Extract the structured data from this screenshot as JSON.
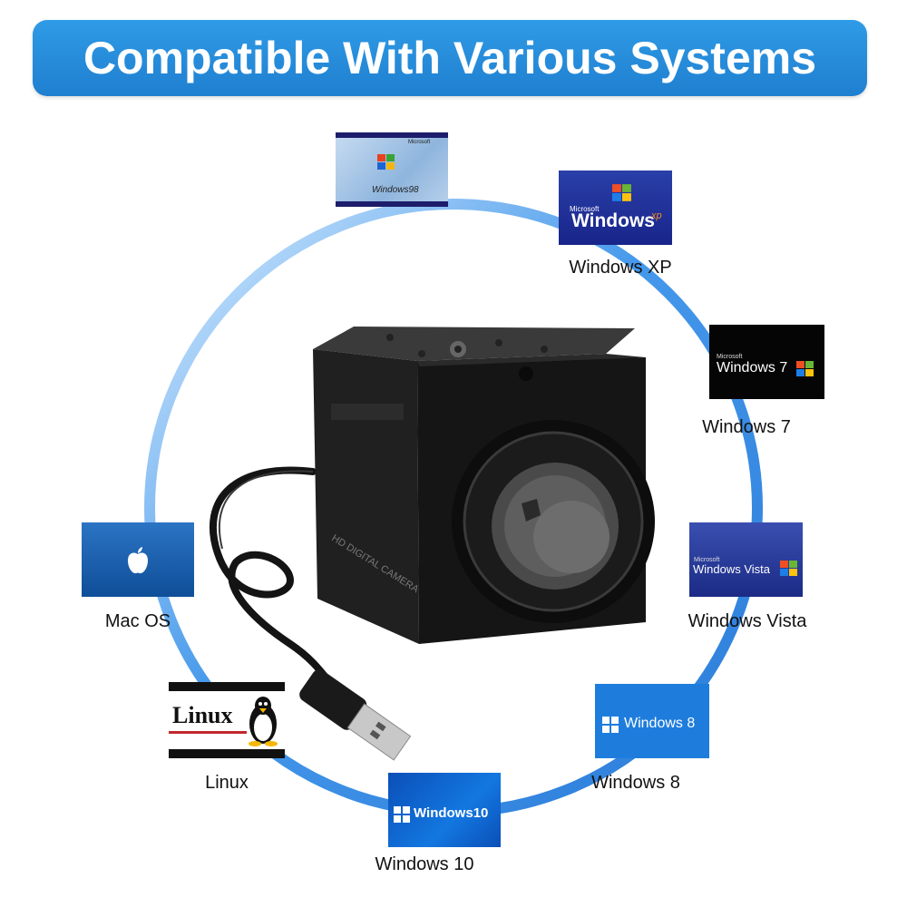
{
  "banner": {
    "title": "Compatible With Various Systems"
  },
  "systems": [
    {
      "id": "windows98",
      "logo_text": "Windows98",
      "logo_small": "Microsoft",
      "caption": ""
    },
    {
      "id": "windowsxp",
      "logo_text": "Windows",
      "logo_small": "Microsoft",
      "logo_suffix": "xp",
      "caption": "Windows XP"
    },
    {
      "id": "windows7",
      "logo_text": "Windows 7",
      "logo_small": "Microsoft",
      "caption": "Windows 7"
    },
    {
      "id": "windowsvista",
      "logo_text": "Windows Vista",
      "logo_small": "Microsoft",
      "caption": "Windows Vista"
    },
    {
      "id": "windows8",
      "logo_text": "Windows 8",
      "caption": "Windows  8"
    },
    {
      "id": "windows10",
      "logo_text": "Windows10",
      "caption": "Windows 10"
    },
    {
      "id": "linux",
      "logo_text": "Linux",
      "caption": "Linux"
    },
    {
      "id": "macos",
      "logo_text": "",
      "caption": "Mac OS"
    }
  ],
  "camera": {
    "label": "HD DIGITAL CAMERA"
  },
  "colors": {
    "banner": "#2188d8",
    "ring": "#2a8ae6",
    "windows_blue": "#1e6fd9"
  },
  "icons": [
    "windows-flag-icon",
    "windows8-icon",
    "apple-icon",
    "tux-penguin-icon",
    "usb-plug-icon"
  ]
}
